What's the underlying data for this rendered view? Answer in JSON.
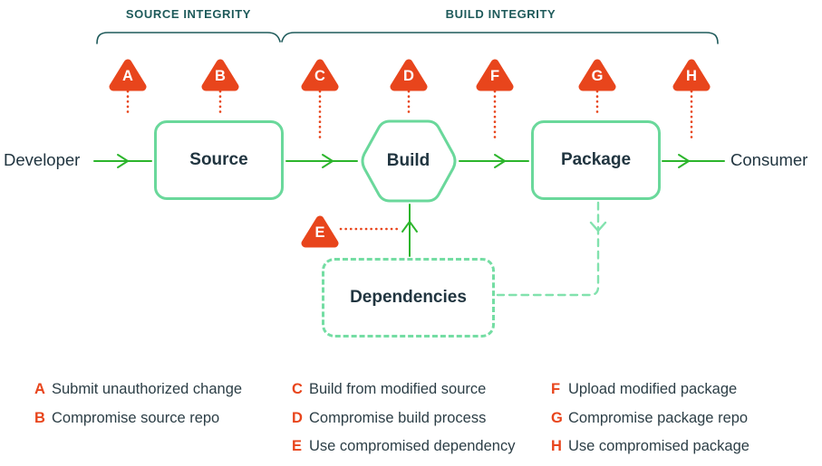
{
  "braces": [
    {
      "label": "SOURCE INTEGRITY"
    },
    {
      "label": "BUILD INTEGRITY"
    }
  ],
  "nodes": {
    "developer": "Developer",
    "source": "Source",
    "build": "Build",
    "package": "Package",
    "consumer": "Consumer",
    "dependencies": "Dependencies"
  },
  "threats": [
    {
      "letter": "A",
      "description": "Submit unauthorized change"
    },
    {
      "letter": "B",
      "description": "Compromise source repo"
    },
    {
      "letter": "C",
      "description": "Build from modified source"
    },
    {
      "letter": "D",
      "description": "Compromise build process"
    },
    {
      "letter": "E",
      "description": "Use compromised dependency"
    },
    {
      "letter": "F",
      "description": "Upload modified package"
    },
    {
      "letter": "G",
      "description": "Compromise package repo"
    },
    {
      "letter": "H",
      "description": "Use compromised package"
    }
  ],
  "colors": {
    "threat": "#e8451c",
    "arrow_green": "#2cb52c",
    "node_border": "#6ad89b",
    "dashed_link": "#82e2ae",
    "brace": "#1e5a5a",
    "text": "#213540"
  }
}
